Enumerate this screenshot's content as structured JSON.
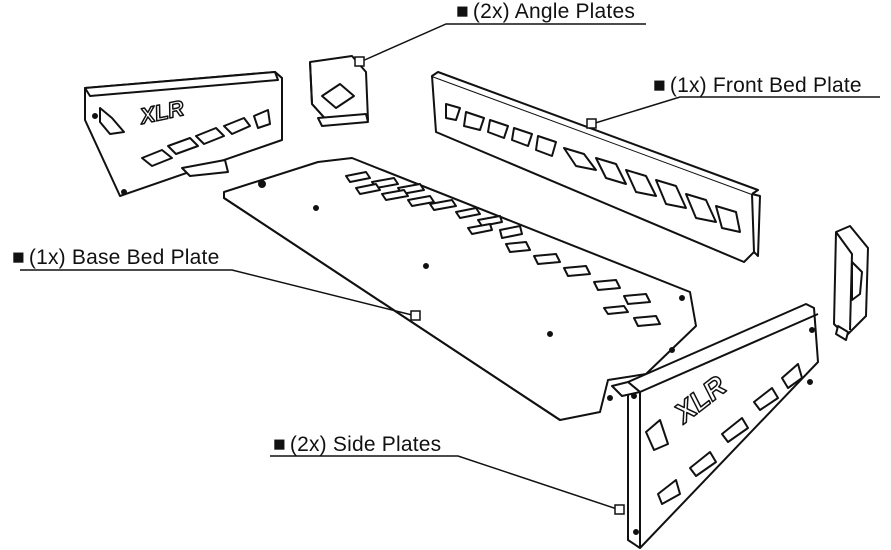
{
  "callouts": {
    "angle_plates": {
      "marker": "■",
      "text": "(2x) Angle Plates"
    },
    "front_bed_plate": {
      "marker": "■",
      "text": "(1x) Front Bed Plate"
    },
    "base_bed_plate": {
      "marker": "■",
      "text": "(1x) Base Bed Plate"
    },
    "side_plates": {
      "marker": "■",
      "text": "(2x) Side Plates"
    }
  },
  "logos": {
    "side_plate_logo": "XLR"
  },
  "colors": {
    "line": "#111111",
    "fill": "#ffffff",
    "cutout": "#222222"
  }
}
